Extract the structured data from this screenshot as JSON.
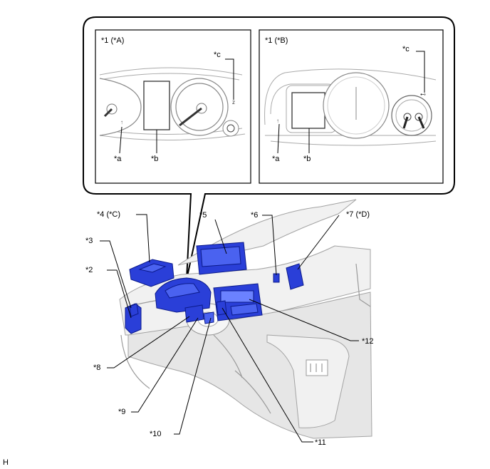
{
  "panels": {
    "left": {
      "title": "*1 (*A)",
      "callouts": {
        "a": "*a",
        "b": "*b",
        "c": "*c"
      }
    },
    "right": {
      "title": "*1 (*B)",
      "callouts": {
        "a": "*a",
        "b": "*b",
        "c": "*c"
      }
    }
  },
  "parts": {
    "p2": "*2",
    "p3": "*3",
    "p4": "*4 (*C)",
    "p5": "*5",
    "p6": "*6",
    "p7": "*7 (*D)",
    "p8": "*8",
    "p9": "*9",
    "p10": "*10",
    "p11": "*11",
    "p12": "*12"
  },
  "figure_code": "H",
  "colors": {
    "highlight": "#2a3fd8",
    "outline": "#000000",
    "body": "#f1f1f1"
  }
}
